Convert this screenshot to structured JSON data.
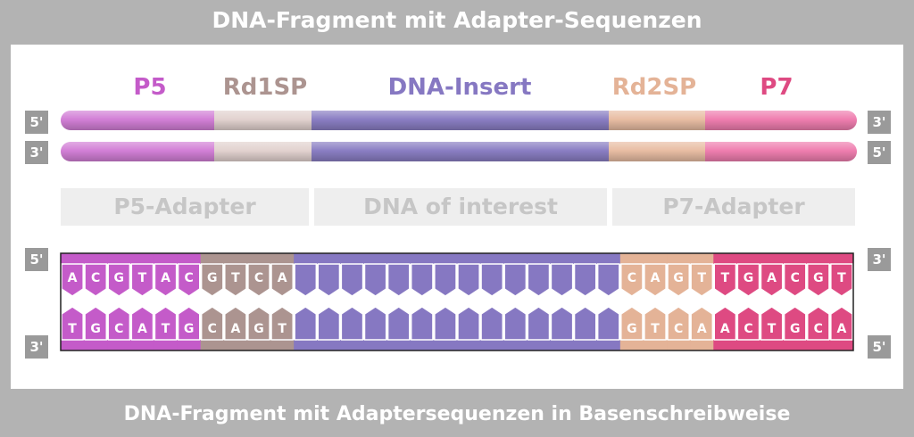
{
  "title": "DNA-Fragment mit Adapter-Sequenzen",
  "caption": "DNA-Fragment mit Adaptersequenzen in Basenschreibweise",
  "segments": {
    "p5": {
      "label": "P5",
      "color": "#c45bc9",
      "light": "#d27fd6"
    },
    "rd1sp": {
      "label": "Rd1SP",
      "color": "#ac9490",
      "light": "#e2d2cf"
    },
    "insert": {
      "label": "DNA-Insert",
      "color": "#8678c2",
      "light": "#8a7ec3"
    },
    "rd2sp": {
      "label": "Rd2SP",
      "color": "#e4b397",
      "light": "#e8bda3"
    },
    "p7": {
      "label": "P7",
      "color": "#de4a82",
      "light": "#ef7eaf"
    }
  },
  "ends": {
    "top_left": "5'",
    "top_right": "3'",
    "bottom_left": "3'",
    "bottom_right": "5'",
    "bases_top_left": "5'",
    "bases_top_right": "3'",
    "bases_bottom_left": "3'",
    "bases_bottom_right": "5'"
  },
  "regions": {
    "p5_adapter": "P5-Adapter",
    "dna_of_interest": "DNA of interest",
    "p7_adapter": "P7-Adapter"
  },
  "bases": {
    "top": [
      "A",
      "C",
      "G",
      "T",
      "A",
      "C",
      "G",
      "T",
      "C",
      "A",
      "",
      "",
      "",
      "",
      "",
      "",
      "",
      "",
      "",
      "",
      "",
      "",
      "",
      "",
      "C",
      "A",
      "G",
      "T",
      "T",
      "G",
      "A",
      "C",
      "G",
      "T"
    ],
    "bottom": [
      "T",
      "G",
      "C",
      "A",
      "T",
      "G",
      "C",
      "A",
      "G",
      "T",
      "",
      "",
      "",
      "",
      "",
      "",
      "",
      "",
      "",
      "",
      "",
      "",
      "",
      "",
      "G",
      "T",
      "C",
      "A",
      "A",
      "C",
      "T",
      "G",
      "C",
      "A"
    ],
    "segment_of_index": [
      "p5",
      "p5",
      "p5",
      "p5",
      "p5",
      "p5",
      "rd1sp",
      "rd1sp",
      "rd1sp",
      "rd1sp",
      "insert",
      "insert",
      "insert",
      "insert",
      "insert",
      "insert",
      "insert",
      "insert",
      "insert",
      "insert",
      "insert",
      "insert",
      "insert",
      "insert",
      "rd2sp",
      "rd2sp",
      "rd2sp",
      "rd2sp",
      "p7",
      "p7",
      "p7",
      "p7",
      "p7",
      "p7"
    ]
  }
}
